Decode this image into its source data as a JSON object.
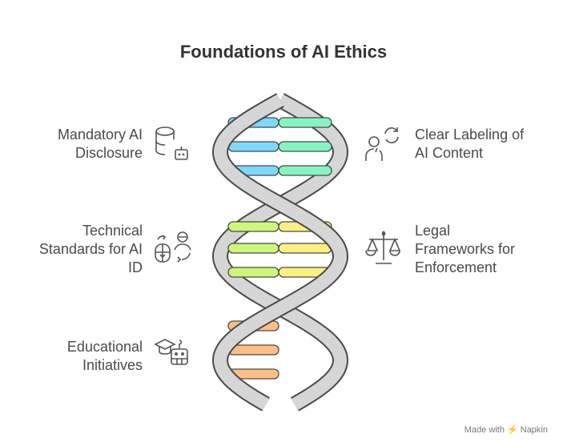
{
  "title": "Foundations of AI Ethics",
  "left": [
    {
      "label": "Mandatory AI Disclosure",
      "lines": [
        "Mandatory AI",
        "Disclosure"
      ],
      "icon": "database-robot-icon"
    },
    {
      "label": "Technical Standards for AI ID",
      "lines": [
        "Technical",
        "Standards for AI",
        "ID"
      ],
      "icon": "mouse-person-exchange-icon"
    },
    {
      "label": "Educational Initiatives",
      "lines": [
        "Educational",
        "Initiatives"
      ],
      "icon": "graduation-robot-icon"
    }
  ],
  "right": [
    {
      "label": "Clear Labeling of AI Content",
      "lines": [
        "Clear Labeling of",
        "AI Content"
      ],
      "icon": "person-refresh-icon"
    },
    {
      "label": "Legal Frameworks for Enforcement",
      "lines": [
        "Legal",
        "Frameworks for",
        "Enforcement"
      ],
      "icon": "scales-icon"
    }
  ],
  "colors": {
    "strand": "#d6d6d6",
    "outline": "#4a4a4a",
    "blue": "#7dd8fb",
    "green": "#84f5c2",
    "lime": "#cdf77b",
    "yellow": "#fdf080",
    "orange": "#fdbf85"
  },
  "footer": {
    "made_with": "Made with",
    "brand": "Napkin"
  }
}
